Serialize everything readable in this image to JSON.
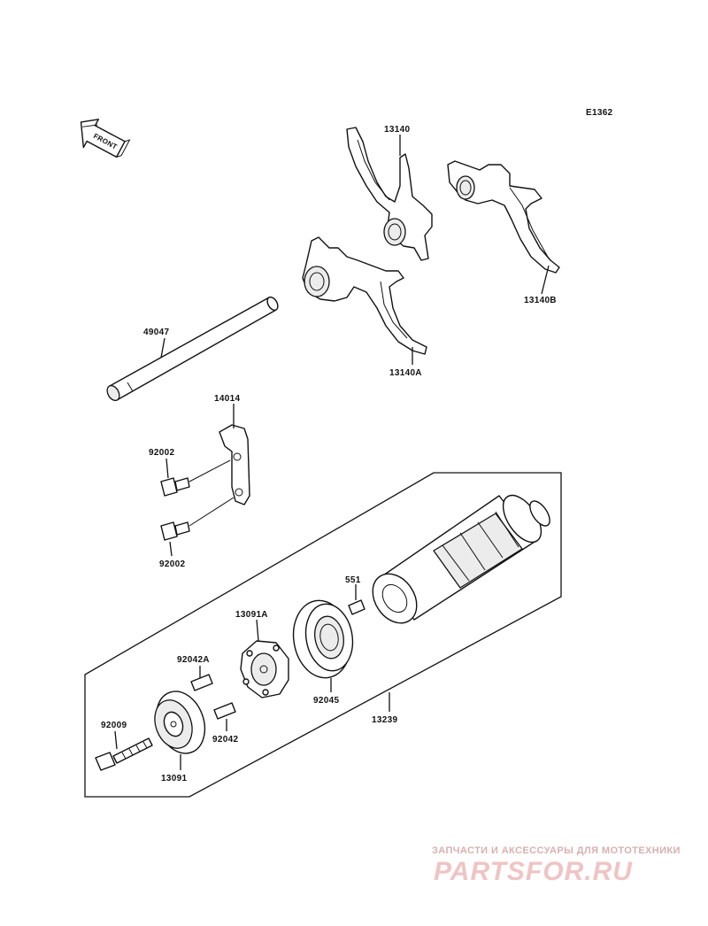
{
  "diagram_code": "E1362",
  "front_label": "FRONT",
  "labels": {
    "p13140": "13140",
    "p13140B": "13140B",
    "p13140A": "13140A",
    "p49047": "49047",
    "p14014": "14014",
    "p92002_top": "92002",
    "p92002_bottom": "92002",
    "p551": "551",
    "p13091A": "13091A",
    "p92042A": "92042A",
    "p92045": "92045",
    "p13239": "13239",
    "p92009": "92009",
    "p92042": "92042",
    "p13091": "13091"
  },
  "watermark": {
    "tagline": "ЗАПЧАСТИ И АКСЕССУАРЫ ДЛЯ МОТОТЕХНИКИ",
    "brand": "PARTSFOR.RU"
  }
}
